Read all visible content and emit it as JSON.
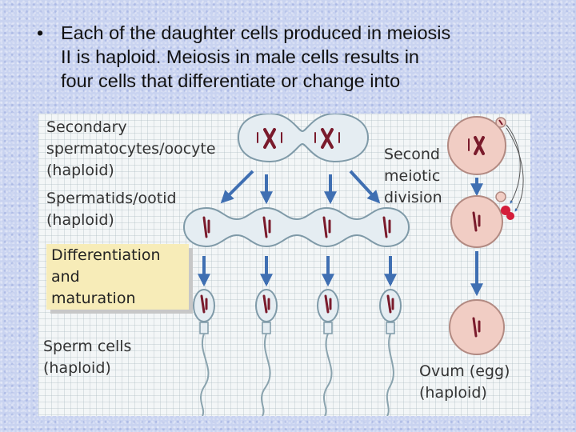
{
  "slide": {
    "bullet_symbol": "•",
    "bullet_line_1": "Each of the daughter cells produced in meiosis",
    "bullet_line_2": "II is haploid.  Meiosis in male cells results in",
    "bullet_line_3": "four cells that differentiate or change into"
  },
  "diagram": {
    "labels": {
      "secondary_line_1": "Secondary",
      "secondary_line_2": "spermatocytes/oocyte",
      "secondary_line_3": "(haploid)",
      "spermatids_line_1": "Spermatids/ootid",
      "spermatids_line_2": "(haploid)",
      "differentiation_line_1": "Differentiation",
      "differentiation_line_2": "and",
      "differentiation_line_3": "maturation",
      "sperm_line_1": "Sperm cells",
      "sperm_line_2": "(haploid)",
      "division_line_1": "Second",
      "division_line_2": "meiotic",
      "division_line_3": "division",
      "ovum_line_1": "Ovum (egg)",
      "ovum_line_2": "(haploid)"
    },
    "colors": {
      "cell_fill": "#e5edf2",
      "cell_stroke": "#7f9aa8",
      "egg_fill": "#f1cdc4",
      "egg_stroke": "#b28a82",
      "chromosome": "#7a1b2c",
      "arrow": "#3f6fb2",
      "label_box": "#f7ecb8"
    }
  }
}
